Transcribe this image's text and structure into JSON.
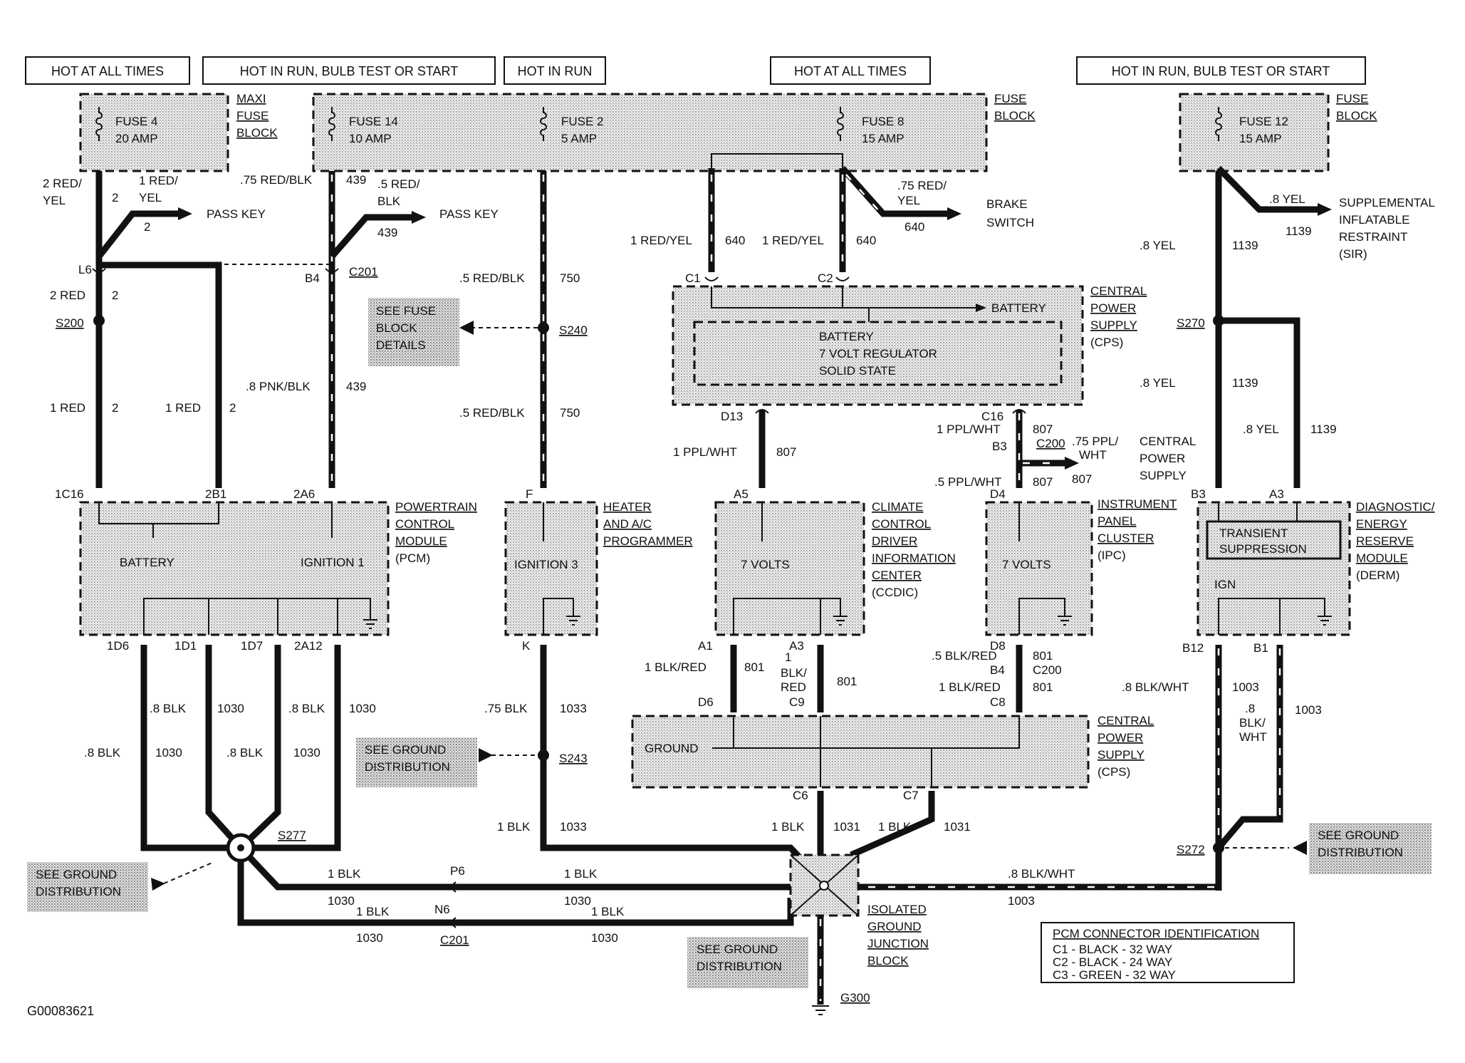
{
  "figure_id": "G00083621",
  "headers": {
    "h1": "HOT AT ALL TIMES",
    "h2": "HOT IN RUN, BULB TEST OR START",
    "h3": "HOT IN RUN",
    "h4": "HOT AT ALL TIMES",
    "h5": "HOT IN RUN, BULB TEST OR START"
  },
  "maxi_fuse_block": {
    "label1": "MAXI",
    "label2": "FUSE",
    "label3": "BLOCK",
    "fuse_name": "FUSE 4",
    "fuse_rating": "20 AMP"
  },
  "fuse_block_main": {
    "label1": "FUSE",
    "label2": "BLOCK",
    "fuse14_name": "FUSE 14",
    "fuse14_rating": "10 AMP",
    "fuse2_name": "FUSE 2",
    "fuse2_rating": "5 AMP",
    "fuse8_name": "FUSE 8",
    "fuse8_rating": "15 AMP"
  },
  "fuse_block_right": {
    "label1": "FUSE",
    "label2": "BLOCK",
    "fuse12_name": "FUSE 12",
    "fuse12_rating": "15 AMP"
  },
  "wire_labels": {
    "w_2redyel_a": "2 RED/",
    "w_2redyel_b": "YEL",
    "w_2_a": "2",
    "w_1redyel_a": "1 RED/",
    "w_1redyel_b": "YEL",
    "w_2_b": "2",
    "passkey1": "PASS KEY",
    "w_75redblk": ".75 RED/BLK",
    "w_439_a": "439",
    "w_5redblk_a": ".5 RED/",
    "w_5redblk_b": "BLK",
    "w_439_b": "439",
    "passkey2": "PASS KEY",
    "l6": "L6",
    "b4": "B4",
    "c201_top": "C201",
    "w_2red": "2 RED",
    "w_2_c": "2",
    "s200": "S200",
    "w_1red_a": "1 RED",
    "w_2_d": "2",
    "w_1red_b": "1 RED",
    "w_2_e": "2",
    "w_8pnkblk": ".8 PNK/BLK",
    "w_439_c": "439",
    "w_5redblk_c": ".5 RED/BLK",
    "w_750_a": "750",
    "s240": "S240",
    "w_5redblk_d": ".5 RED/BLK",
    "w_750_b": "750",
    "w_1redyel_c": "1 RED/YEL",
    "w_640_a": "640",
    "w_1redyel_d": "1 RED/YEL",
    "w_640_b": "640",
    "w_75redyel_a": ".75 RED/",
    "w_75redyel_b": "YEL",
    "w_640_c": "640",
    "brake1": "BRAKE",
    "brake2": "SWITCH",
    "c1": "C1",
    "c2": "C2",
    "w_8yel_a": ".8 YEL",
    "w_1139_a": "1139",
    "w_8yel_b": ".8 YEL",
    "w_1139_b": "1139",
    "sir1": "SUPPLEMENTAL",
    "sir2": "INFLATABLE",
    "sir3": "RESTRAINT",
    "sir4": "(SIR)",
    "s270": "S270",
    "w_8yel_c": ".8 YEL",
    "w_1139_c": "1139",
    "w_8yel_d": ".8 YEL",
    "w_1139_d": "1139",
    "d13": "D13",
    "c16": "C16",
    "w_1pplwht_a": "1 PPL/WHT",
    "w_807_a": "807",
    "w_1pplwht_b": "1 PPL/WHT",
    "w_807_b": "807",
    "b3_top": "B3",
    "c200_top": "C200",
    "w_75pplwht_a": ".75 PPL/",
    "w_75pplwht_b": "WHT",
    "cps_out1": "CENTRAL",
    "cps_out2": "POWER",
    "cps_out3": "SUPPLY",
    "w_5pplwht": ".5 PPL/WHT",
    "w_807_c": "807",
    "w_807_d": "807",
    "p_1c16": "1C16",
    "p_2b1": "2B1",
    "p_2a6": "2A6",
    "p_f": "F",
    "p_a5": "A5",
    "p_d4": "D4",
    "p_b3": "B3",
    "p_a3": "A3",
    "p_1d6": "1D6",
    "p_1d1": "1D1",
    "p_1d7": "1D7",
    "p_2a12": "2A12",
    "p_k": "K",
    "p_a1": "A1",
    "p_a3b": "A3",
    "p_d8": "D8",
    "p_b12": "B12",
    "p_b1": "B1",
    "w_1blkred_a": "1 BLK/RED",
    "w_801_a": "801",
    "w_1blkred_b1": "1",
    "w_1blkred_b2": "BLK/",
    "w_1blkred_b3": "RED",
    "w_801_b": "801",
    "w_5blkred": ".5 BLK/RED",
    "w_801_c": "801",
    "b4_low": "B4",
    "c200_low": "C200",
    "w_1blkred_c": "1 BLK/RED",
    "w_801_d": "801",
    "w_8blkwht_a": ".8 BLK/WHT",
    "w_1003_a": "1003",
    "w_8blkwht_b1": ".8",
    "w_8blkwht_b2": "BLK/",
    "w_8blkwht_b3": "WHT",
    "w_1003_b": "1003",
    "d6": "D6",
    "c9": "C9",
    "c8": "C8",
    "w_8blk_a": ".8 BLK",
    "w_1030_a": "1030",
    "w_8blk_b": ".8 BLK",
    "w_1030_b": "1030",
    "w_8blk_c": ".8 BLK",
    "w_1030_c": "1030",
    "w_8blk_d": ".8 BLK",
    "w_1030_d": "1030",
    "w_75blk": ".75 BLK",
    "w_1033_a": "1033",
    "s243": "S243",
    "c6": "C6",
    "c7": "C7",
    "w_1blk_a": "1 BLK",
    "w_1033_b": "1033",
    "w_1blk_b": "1 BLK",
    "w_1031_a": "1031",
    "w_1blk_c": "1 BLK",
    "w_1031_b": "1031",
    "s277": "S277",
    "s272": "S272",
    "w_1blk_d": "1 BLK",
    "w_1030_e": "1030",
    "w_1blk_e": "1 BLK",
    "w_1030_f": "1030",
    "w_1blk_f": "1 BLK",
    "w_1030_g": "1030",
    "w_1blk_g": "1 BLK",
    "w_1030_h": "1030",
    "p6": "P6",
    "n6": "N6",
    "c201_low": "C201",
    "w_8blkwht_c": ".8 BLK/WHT",
    "w_1003_c": "1003",
    "g300": "G300"
  },
  "notes": {
    "fuse_details1": "SEE FUSE",
    "fuse_details2": "BLOCK",
    "fuse_details3": "DETAILS",
    "gd_a1": "SEE GROUND",
    "gd_a2": "DISTRIBUTION",
    "gd_b1": "SEE GROUND",
    "gd_b2": "DISTRIBUTION",
    "gd_c1": "SEE GROUND",
    "gd_c2": "DISTRIBUTION",
    "gd_d1": "SEE GROUND",
    "gd_d2": "DISTRIBUTION"
  },
  "modules": {
    "cps_top1": "CENTRAL",
    "cps_top2": "POWER",
    "cps_top3": "SUPPLY",
    "cps_top4": "(CPS)",
    "cps_battery": "BATTERY",
    "cps_reg1": "BATTERY",
    "cps_reg2": "7 VOLT REGULATOR",
    "cps_reg3": "SOLID STATE",
    "pcm1": "POWERTRAIN",
    "pcm2": "CONTROL",
    "pcm3": "MODULE",
    "pcm4": "(PCM)",
    "pcm_battery": "BATTERY",
    "pcm_ign": "IGNITION 1",
    "hac1": "HEATER",
    "hac2": "AND A/C",
    "hac3": "PROGRAMMER",
    "hac_ign": "IGNITION 3",
    "ccdic1": "CLIMATE",
    "ccdic2": "CONTROL",
    "ccdic3": "DRIVER",
    "ccdic4": "INFORMATION",
    "ccdic5": "CENTER",
    "ccdic6": "(CCDIC)",
    "ccdic_v": "7 VOLTS",
    "ipc1": "INSTRUMENT",
    "ipc2": "PANEL",
    "ipc3": "CLUSTER",
    "ipc4": "(IPC)",
    "ipc_v": "7 VOLTS",
    "derm1": "DIAGNOSTIC/",
    "derm2": "ENERGY",
    "derm3": "RESERVE",
    "derm4": "MODULE",
    "derm5": "(DERM)",
    "derm_ts1": "TRANSIENT",
    "derm_ts2": "SUPPRESSION",
    "derm_ign": "IGN",
    "cps_bot1": "CENTRAL",
    "cps_bot2": "POWER",
    "cps_bot3": "SUPPLY",
    "cps_bot4": "(CPS)",
    "cps_ground": "GROUND",
    "igjb1": "ISOLATED",
    "igjb2": "GROUND",
    "igjb3": "JUNCTION",
    "igjb4": "BLOCK"
  },
  "pcm_connector": {
    "title": "PCM CONNECTOR IDENTIFICATION",
    "row1": "C1 - BLACK - 32 WAY",
    "row2": "C2 - BLACK - 24 WAY",
    "row3": "C3 - GREEN - 32 WAY"
  }
}
